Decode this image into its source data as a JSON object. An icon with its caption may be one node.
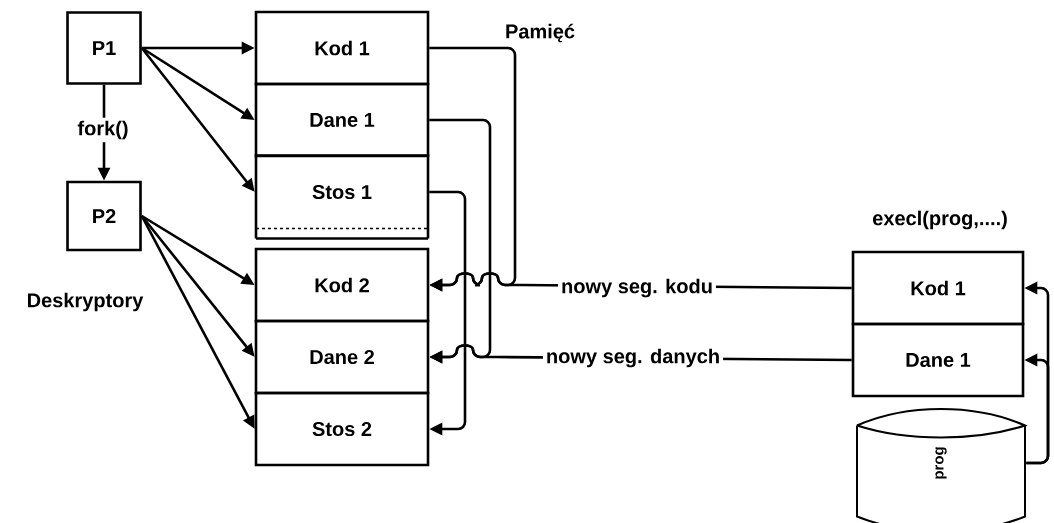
{
  "diagram": {
    "nodes": [
      {
        "text": [
          "P1"
        ]
      },
      {
        "text": [
          "P2"
        ]
      },
      {
        "text": [
          "Kod 1"
        ]
      },
      {
        "text": [
          "Dane 1"
        ]
      },
      {
        "text": [
          "Stos 1"
        ]
      },
      {
        "text": [
          "Kod 2"
        ]
      },
      {
        "text": [
          "Dane 2"
        ]
      },
      {
        "text": [
          "Stos 2"
        ]
      },
      {
        "text": [
          "Kod 1"
        ]
      },
      {
        "text": [
          "Dane 1"
        ]
      },
      {
        "text": [
          "prog"
        ]
      }
    ],
    "edges": [
      {
        "from": 0,
        "to": 1,
        "arrow": "to",
        "label": "fork()"
      },
      {
        "from": 0,
        "to": 2,
        "arrow": "to"
      },
      {
        "from": 0,
        "to": 3,
        "arrow": "to"
      },
      {
        "from": 0,
        "to": 4,
        "arrow": "to"
      },
      {
        "from": 1,
        "to": 5,
        "arrow": "to"
      },
      {
        "from": 1,
        "to": 6,
        "arrow": "to"
      },
      {
        "from": 1,
        "to": 7,
        "arrow": "to"
      },
      {
        "from": 2,
        "to": 5,
        "arrow": "to"
      },
      {
        "from": 8,
        "to": 5,
        "arrow": "to",
        "label": "nowy seg. kodu"
      },
      {
        "from": 3,
        "to": 6,
        "arrow": "to"
      },
      {
        "from": 9,
        "to": 6,
        "arrow": "to",
        "label": "nowy seg. danych"
      },
      {
        "from": 4,
        "to": 7,
        "arrow": "to"
      },
      {
        "from": 10,
        "to": 8,
        "arrow": "to"
      },
      {
        "from": 10,
        "to": 9,
        "arrow": "to"
      }
    ],
    "labels": [
      "Pamięć",
      "Deskryptory",
      "execl(prog,....)"
    ]
  }
}
